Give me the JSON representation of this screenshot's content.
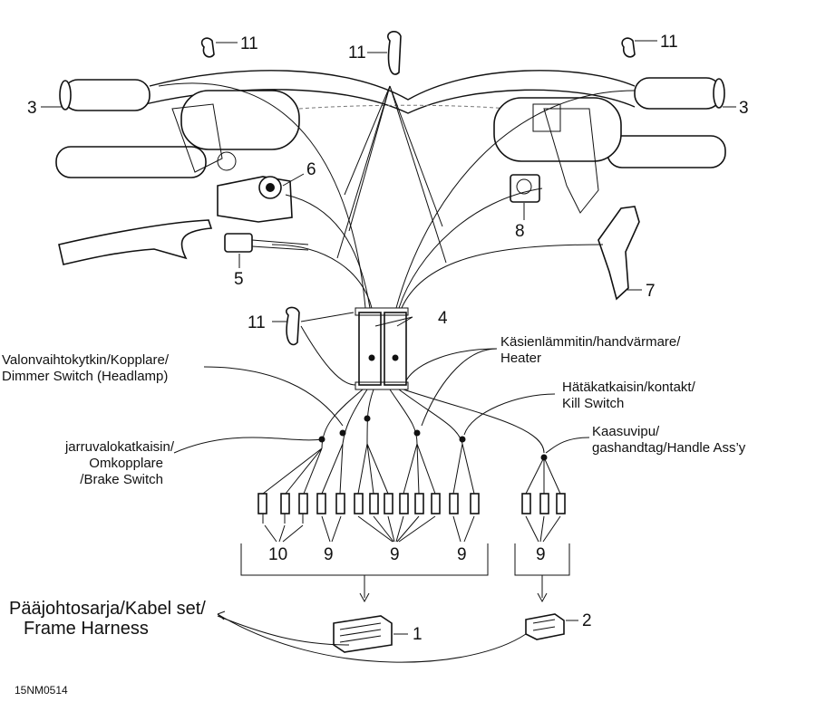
{
  "callouts": {
    "c1": "1",
    "c2": "2",
    "c3_left": "3",
    "c3_right": "3",
    "c4": "4",
    "c5": "5",
    "c6": "6",
    "c7": "7",
    "c8": "8",
    "c9_a": "9",
    "c9_b": "9",
    "c9_c": "9",
    "c9_d": "9",
    "c10": "10",
    "c11_tl": "11",
    "c11_tc": "11",
    "c11_tr": "11",
    "c11_mid": "11"
  },
  "labels": {
    "dimmer": [
      "Valonvaihtokytkin/Kopplare/",
      "Dimmer Switch (Headlamp)"
    ],
    "heater": [
      "Käsienlämmitin/handvärmare/",
      "Heater"
    ],
    "kill": [
      "Hätäkatkaisin/kontakt/",
      "Kill Switch"
    ],
    "brake": [
      "jarruvalokatkaisin/",
      "Omkopplare",
      "/Brake Switch"
    ],
    "throttle": [
      "Kaasuvipu/",
      "gashandtag/Handle Ass’y"
    ],
    "frame": [
      "Pääjohtosarja/Kabel set/",
      "Frame Harness"
    ]
  },
  "drawing_code": "15NM0514"
}
